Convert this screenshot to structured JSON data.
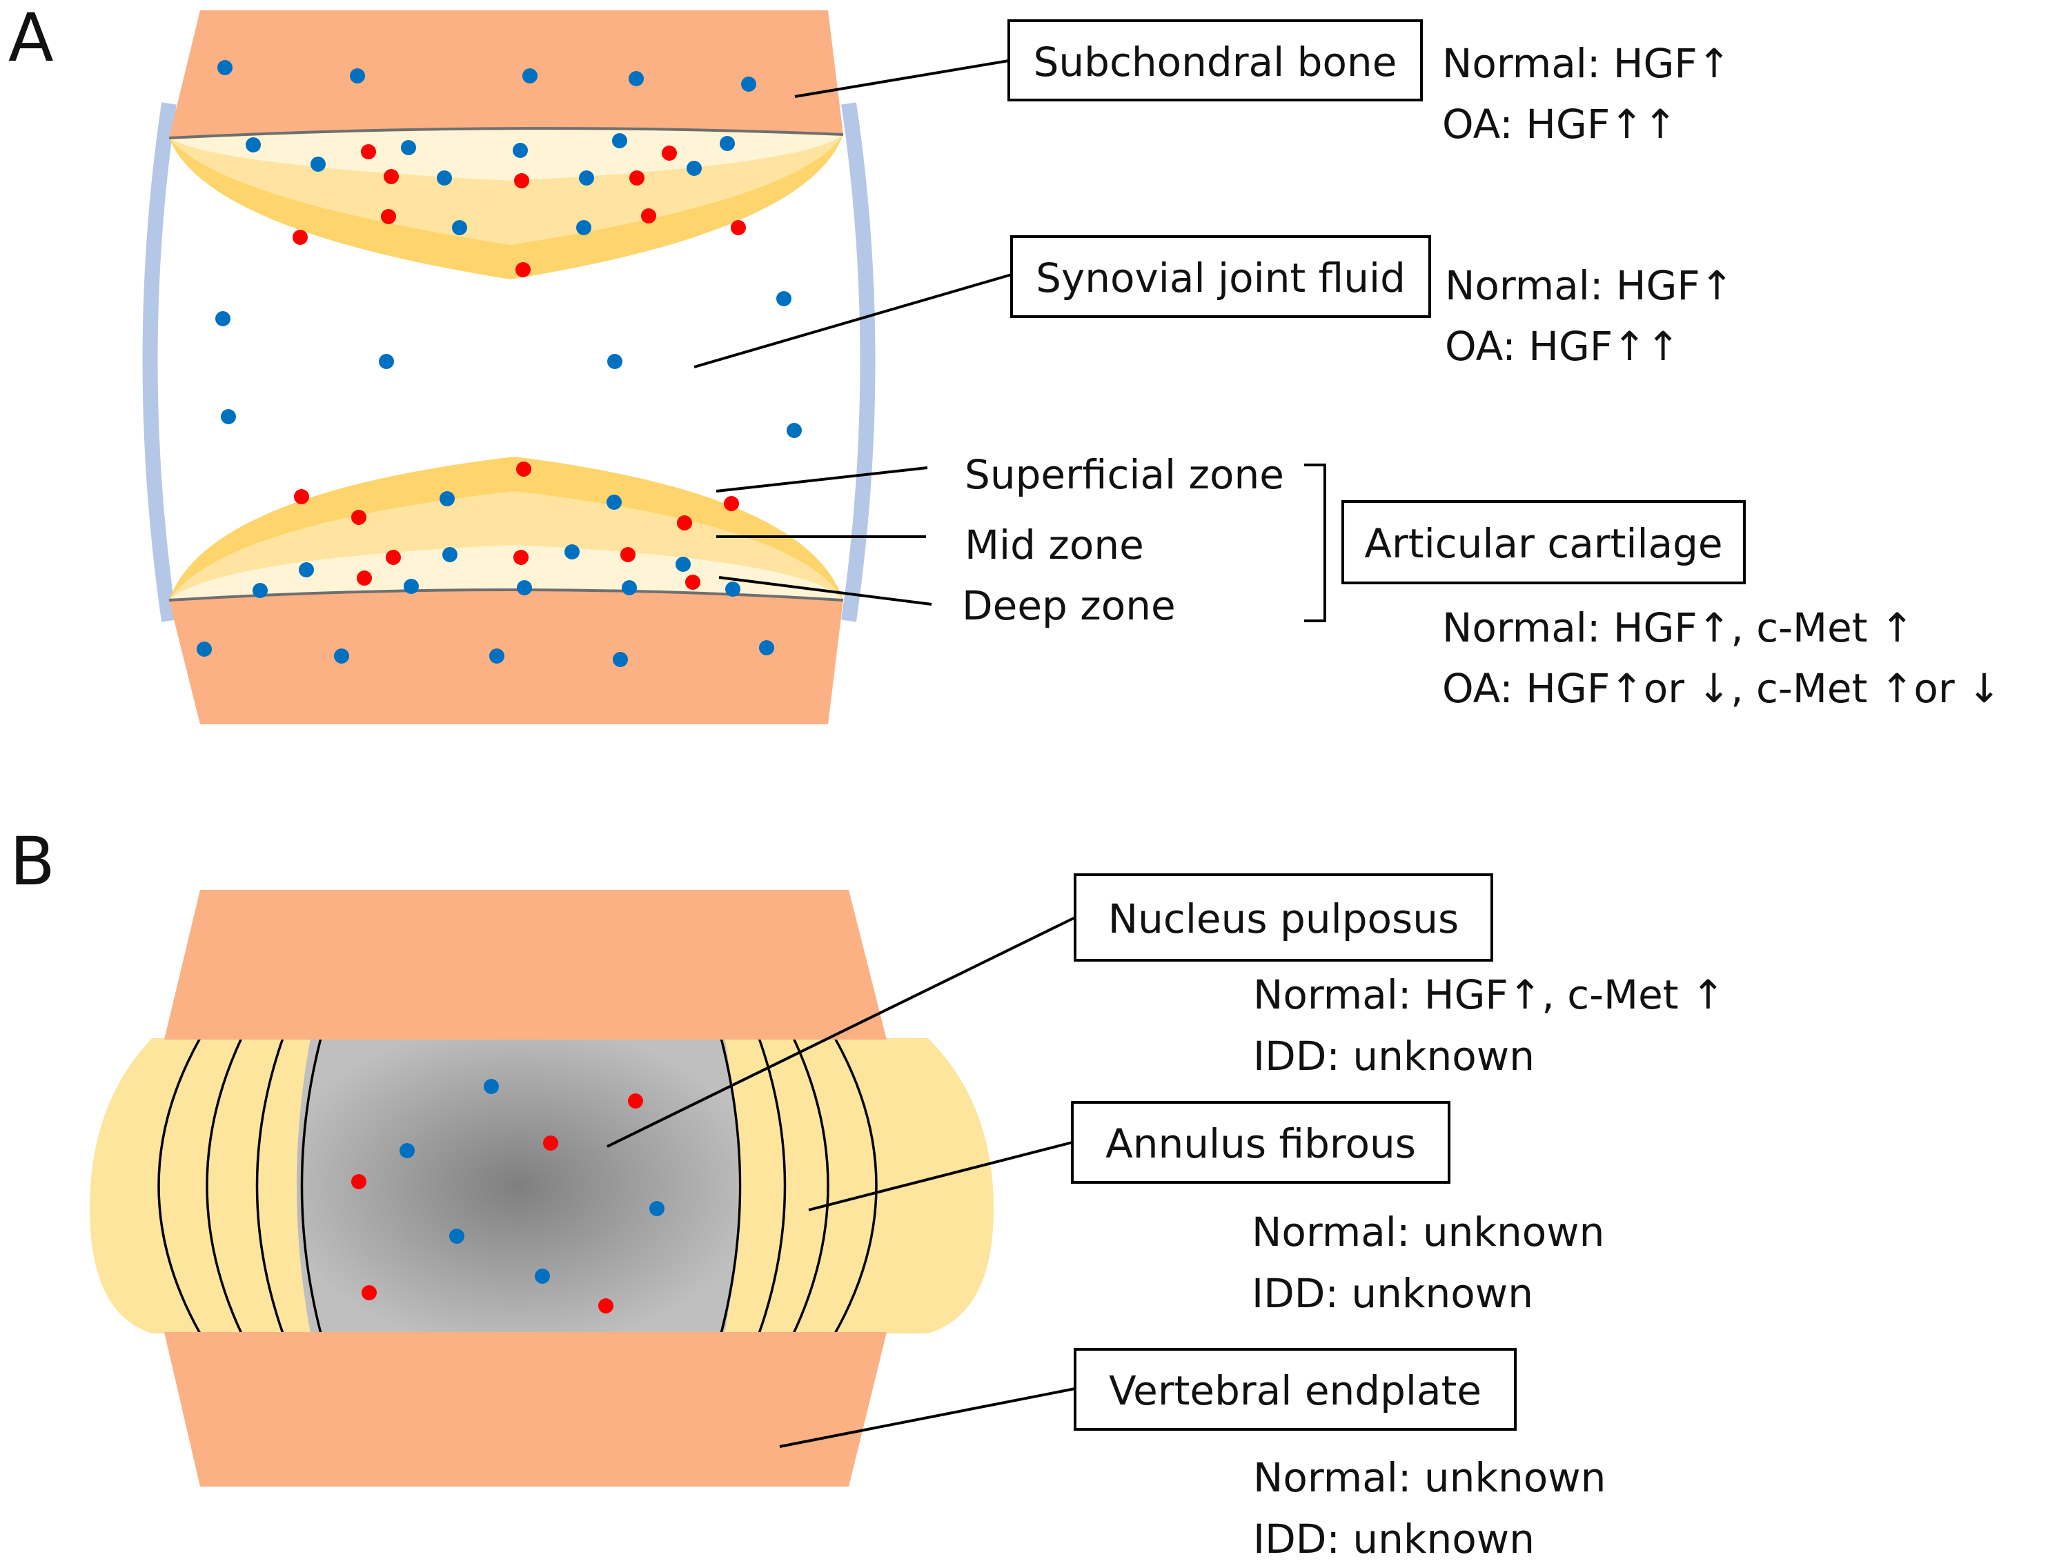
{
  "colors": {
    "bone": "#FBB184",
    "cartilage_outer": "#FDD56C",
    "cartilage_mid": "#FEE4A0",
    "cartilage_inner": "#FFF4D6",
    "capsule": "#B4C7E7",
    "annulus": "#FEE59E",
    "nucleus_center": "#7F7F7F",
    "nucleus_edge": "#BFBFBF",
    "dot_blue": "#0070C0",
    "dot_red": "#FF0000"
  },
  "panel_a": {
    "letter": "A",
    "subchondral_bone": {
      "label": "Subchondral bone",
      "normal": "Normal:   HGF↑",
      "oa": "OA:  HGF↑↑"
    },
    "synovial_fluid": {
      "label": "Synovial joint fluid",
      "normal": "Normal:   HGF↑",
      "oa": "OA:  HGF↑↑"
    },
    "zones": {
      "superficial": "Superficial zone",
      "mid": "Mid zone",
      "deep": "Deep zone"
    },
    "articular_cartilage": {
      "label": "Articular cartilage",
      "normal": "Normal: HGF↑, c-Met ↑",
      "oa": "OA: HGF↑or ↓, c-Met ↑or ↓"
    }
  },
  "panel_b": {
    "letter": "B",
    "nucleus_pulposus": {
      "label": "Nucleus pulposus",
      "normal": "Normal: HGF↑, c-Met ↑",
      "idd": "IDD: unknown"
    },
    "annulus_fibrous": {
      "label": "Annulus fibrous",
      "normal": "Normal: unknown",
      "idd": "IDD: unknown"
    },
    "vertebral_endplate": {
      "label": "Vertebral endplate",
      "normal": "Normal: unknown",
      "idd": "IDD: unknown"
    }
  }
}
